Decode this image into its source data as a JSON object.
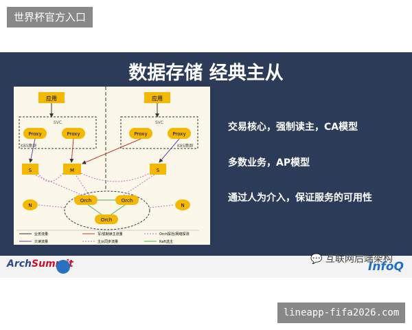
{
  "top_badge": "世界杯官方入口",
  "slide": {
    "title": "数据存储 经典主从",
    "points": [
      "交易核心，强制读主，CA模型",
      "多数业务，AP模型",
      "通过人为介入，保证服务的可用性"
    ]
  },
  "diagram": {
    "app": "应用",
    "svc": "SVC",
    "proxy": "Proxy",
    "k8s": "K8S集群",
    "s": "S",
    "m": "M",
    "n": "N",
    "orch": "Orch",
    "legend": [
      "业务流量",
      "写/强制读主流量",
      "Orch探活/网络探测",
      "只读流量",
      "主从同步流量",
      "Raft选主"
    ]
  },
  "footer": {
    "logo_part1": "Arch",
    "logo_part2": "Summit",
    "wechat": "互联网后端架构",
    "infoq": "InfoQ"
  },
  "bottom_badge": "lineapp-fifa2026.com"
}
